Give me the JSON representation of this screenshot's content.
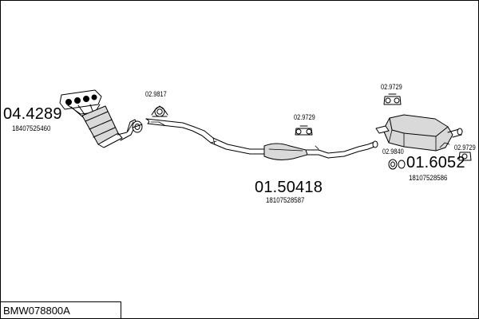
{
  "colors": {
    "line": "#000000",
    "background": "#ffffff",
    "part_fill": "#d9d9d9"
  },
  "parts": {
    "manifold": {
      "number": "04.4289",
      "oem": "18407525460",
      "icon": "exhaust-manifold-catalyst-icon"
    },
    "clamp_2_9817": {
      "number": "02.9817",
      "icon": "clamp-icon"
    },
    "hanger_left": {
      "number": "02.9729",
      "icon": "rubber-hanger-icon"
    },
    "hanger_top_right": {
      "number": "02.9729",
      "icon": "rubber-hanger-icon"
    },
    "hanger_right": {
      "number": "02.9729",
      "icon": "rubber-hanger-icon"
    },
    "ring_2_9840": {
      "number": "02.9840",
      "icon": "mounting-ring-icon"
    },
    "middle_pipe": {
      "number": "01.50418",
      "oem": "18107528587",
      "icon": "middle-silencer-pipe-icon"
    },
    "rear_silencer": {
      "number": "01.6052",
      "oem": "18107528586",
      "icon": "rear-silencer-icon"
    }
  },
  "kit_code": "BMW078800A"
}
